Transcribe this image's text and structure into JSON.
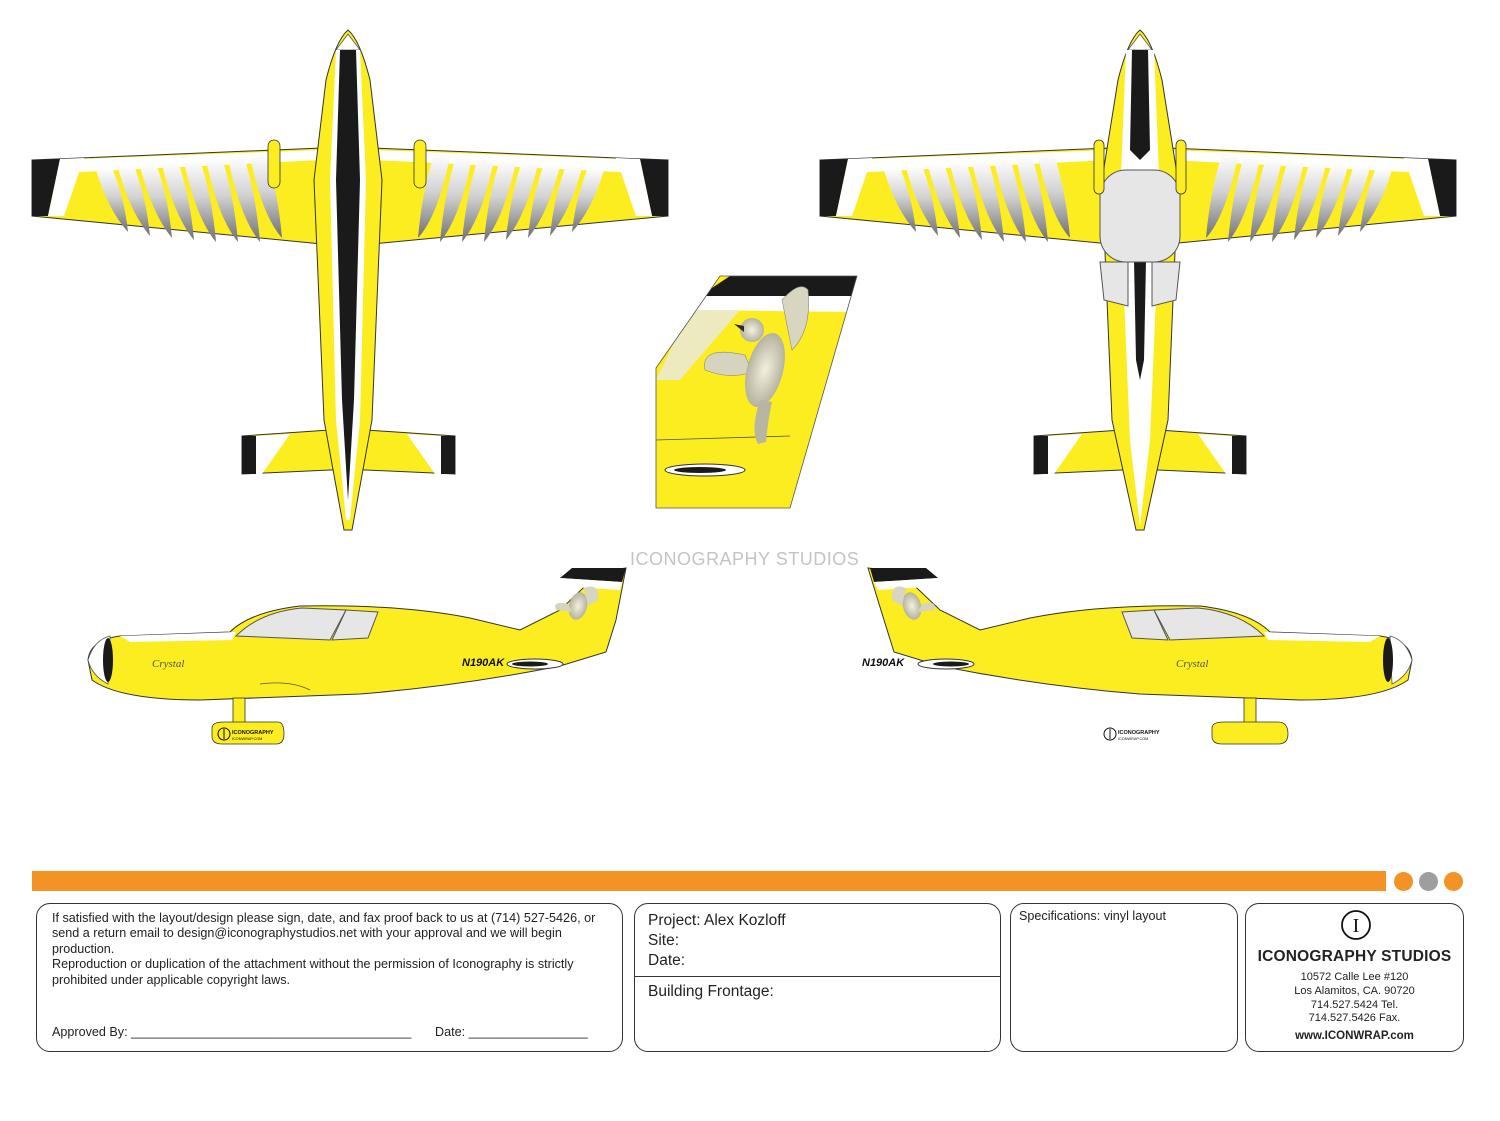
{
  "watermark": "ICONOGRAPHY STUDIOS",
  "aircraft": {
    "registration": "N190AK",
    "name_script": "Crystal",
    "decal_brand": "ICONOGRAPHY",
    "decal_web": "ICONWRAP.COM"
  },
  "colors": {
    "yellow": "#fced21",
    "black": "#1a1a1a",
    "orange": "#f39325",
    "grey_dot": "#9e9e9e",
    "canopy": "#e6e6e6"
  },
  "dots": [
    "#f39325",
    "#9e9e9e",
    "#f39325"
  ],
  "approval_box": {
    "paragraph1": "If satisfied with the layout/design please sign, date, and fax proof back to us at (714) 527-5426, or send a return email to design@iconographystudios.net with your approval and we will begin production.",
    "paragraph2": "Reproduction or duplication of the attachment without the permission of Iconography  is strictly prohibited under applicable  copyright laws.",
    "approved_by": "Approved By: ________________________________________",
    "date": "Date: _________________"
  },
  "project_box": {
    "project": "Project: Alex Kozloff",
    "site": "Site:",
    "date": "Date:",
    "building_frontage": "Building Frontage:"
  },
  "specs_box": {
    "specifications": "Specifications: vinyl layout"
  },
  "company_box": {
    "logo_letter": "I",
    "name": "ICONOGRAPHY STUDIOS",
    "address_line1": "10572 Calle Lee #120",
    "address_line2": "Los Alamitos, CA. 90720",
    "tel": "714.527.5424 Tel.",
    "fax": "714.527.5426 Fax.",
    "website": "www.ICONWRAP.com"
  }
}
